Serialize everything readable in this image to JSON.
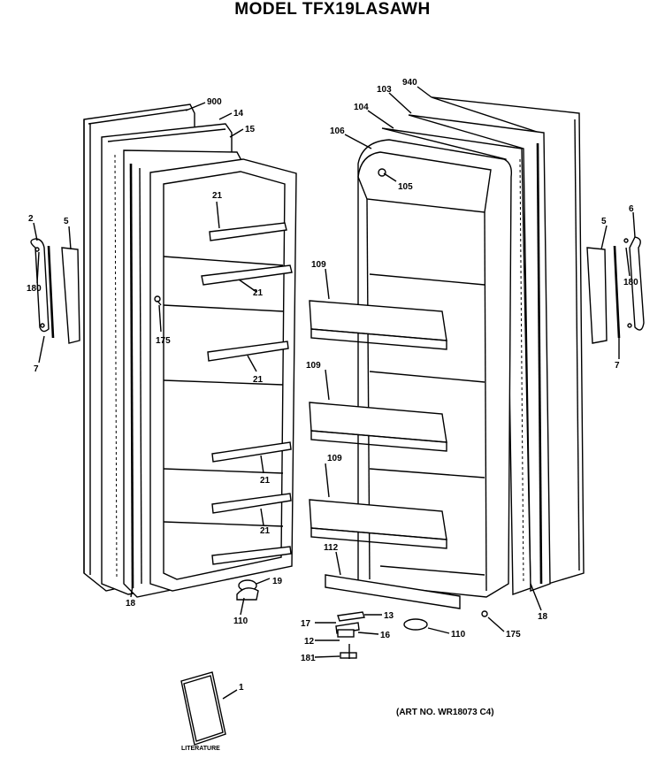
{
  "title": "MODEL TFX19LASAWH",
  "art_number": "(ART NO. WR18073 C4)",
  "literature_label": "LITERATURE",
  "callouts": [
    "900",
    "14",
    "15",
    "21",
    "21",
    "21",
    "21",
    "21",
    "175",
    "2",
    "5",
    "180",
    "7",
    "18",
    "19",
    "110",
    "940",
    "103",
    "104",
    "106",
    "105",
    "109",
    "109",
    "109",
    "112",
    "5",
    "6",
    "180",
    "7",
    "18",
    "13",
    "17",
    "16",
    "12",
    "181",
    "110",
    "175",
    "1"
  ]
}
